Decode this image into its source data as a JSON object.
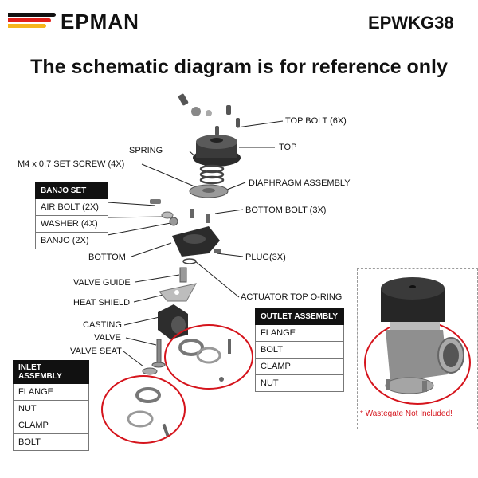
{
  "header": {
    "brand": "EPMAN",
    "sku": "EPWKG38",
    "stripe_colors": [
      "#111111",
      "#e1201b",
      "#f6b51b"
    ]
  },
  "headline": "The schematic diagram is for reference only",
  "labels": {
    "top_bolt": "TOP BOLT (6X)",
    "top": "TOP",
    "spring": "SPRING",
    "set_screw": "M4 x 0.7 SET SCREW (4X)",
    "diaphragm": "DIAPHRAGM  ASSEMBLY",
    "bottom_bolt": "BOTTOM BOLT (3X)",
    "bottom": "BOTTOM",
    "plug": "PLUG(3X)",
    "valve_guide": "VALVE GUIDE",
    "actuator_oring": "ACTUATOR TOP O-RING",
    "heat_shield": "HEAT SHIELD",
    "casting": "CASTING",
    "valve": "VALVE",
    "valve_seat": "VALVE SEAT"
  },
  "banjo_set": {
    "title": "BANJO SET",
    "items": [
      "AIR BOLT (2X)",
      "WASHER (4X)",
      "BANJO (2X)"
    ]
  },
  "outlet_assembly": {
    "title": "OUTLET ASSEMBLY",
    "items": [
      "FLANGE",
      "BOLT",
      "CLAMP",
      "NUT"
    ]
  },
  "inlet_assembly": {
    "title": "INLET ASSEMBLY",
    "items": [
      "FLANGE",
      "NUT",
      "CLAMP",
      "BOLT"
    ]
  },
  "photo_note": "* Wastegate Not Included!",
  "colors": {
    "highlight_circle": "#d5141c",
    "part_dark": "#2b2b2b",
    "part_metal": "#b9b9b9"
  }
}
